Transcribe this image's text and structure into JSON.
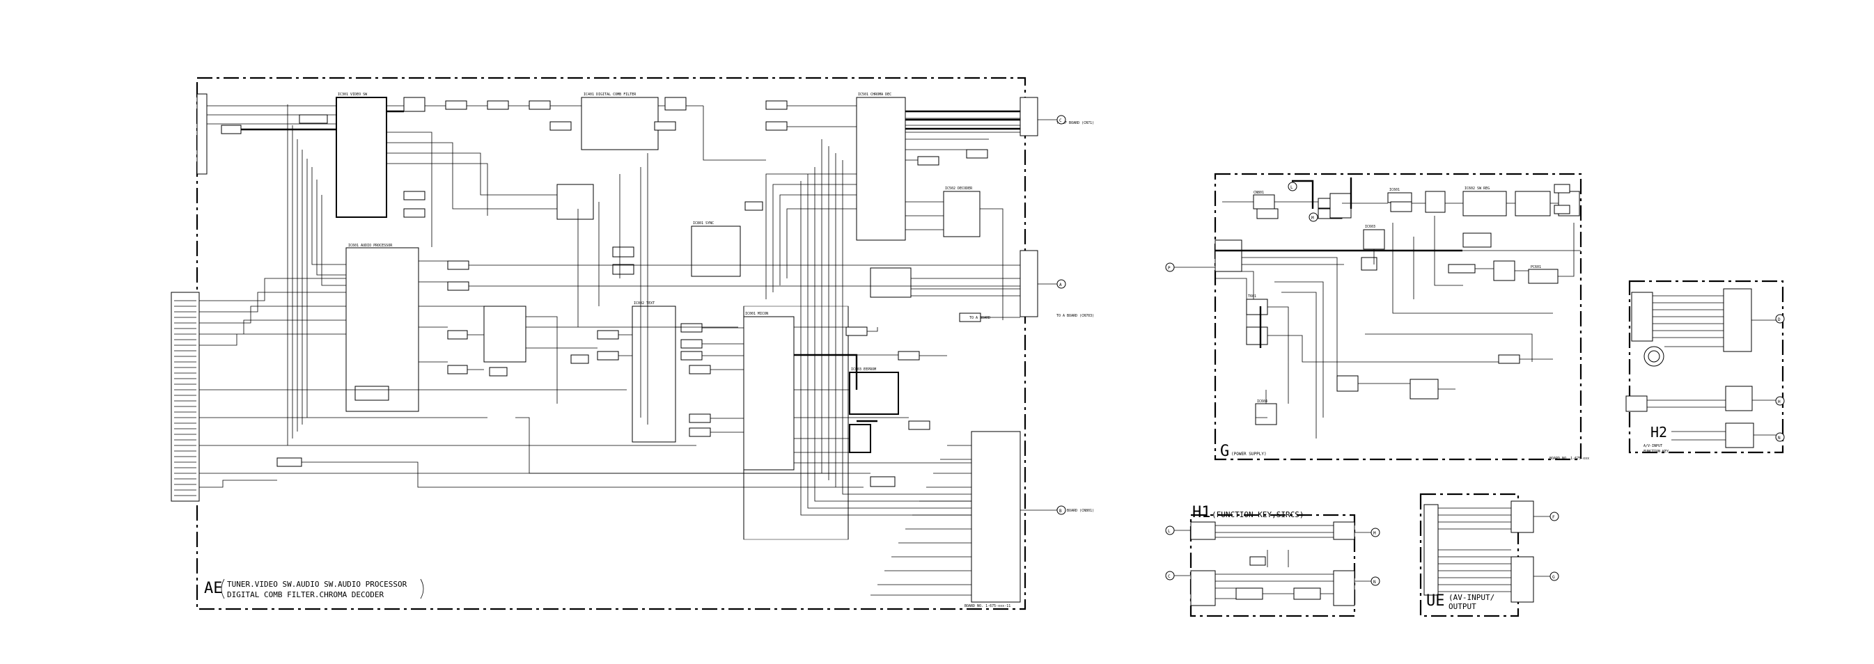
{
  "boards": {
    "ae": {
      "code": "AE",
      "title_line1": "TUNER.VIDEO SW.AUDIO SW.AUDIO PROCESSOR",
      "title_line2": "DIGITAL COMB FILTER.CHROMA DECODER"
    },
    "g": {
      "code": "G",
      "title": "(POWER SUPPLY)"
    },
    "h1": {
      "code": "H1",
      "title": "(FUNCTION KEY,SIRCS)"
    },
    "h2": {
      "code": "H2"
    },
    "ue": {
      "code": "UE",
      "title_line1": "(AV-INPUT/",
      "title_line2": "OUTPUT"
    }
  },
  "connectors": {
    "c_top": "C",
    "a": "A",
    "b": "B",
    "l": "L",
    "m": "M",
    "p": "P",
    "d": "D",
    "h": "H",
    "n": "N",
    "l2": "L",
    "m2": "M",
    "c2": "C",
    "n2": "N",
    "f": "F",
    "g2": "G"
  }
}
